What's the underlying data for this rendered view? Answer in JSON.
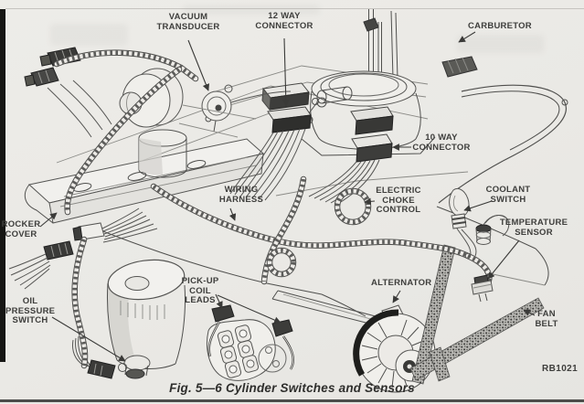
{
  "figure": {
    "caption": "Fig. 5—6 Cylinder Switches and Sensors",
    "reference_code": "RB1021"
  },
  "labels": {
    "vacuum_transducer": "VACUUM\nTRANSDUCER",
    "twelve_way_connector": "12 WAY\nCONNECTOR",
    "carburetor": "CARBURETOR",
    "ten_way_connector": "10 WAY\nCONNECTOR",
    "wiring_harness": "WIRING\nHARNESS",
    "electric_choke_control": "ELECTRIC\nCHOKE\nCONTROL",
    "coolant_switch": "COOLANT\nSWITCH",
    "temperature_sensor": "TEMPERATURE\nSENSOR",
    "rocker_cover": "ROCKER\nCOVER",
    "oil_pressure_switch": "OIL\nPRESSURE\nSWITCH",
    "pick_up_coil_leads": "PICK-UP\nCOIL\nLEADS",
    "alternator": "ALTERNATOR",
    "fan_belt": "FAN\nBELT"
  },
  "colors": {
    "paper": "#eae9e5",
    "line_ink": "#4f4f4d",
    "dark_fill": "#353533",
    "label_text": "#3e3e3c"
  }
}
